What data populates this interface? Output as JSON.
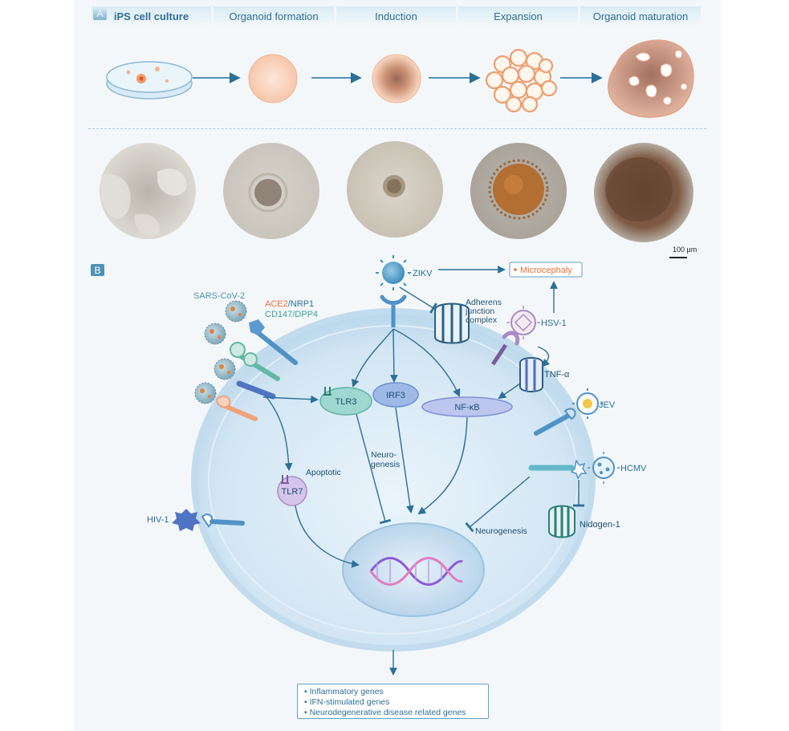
{
  "panel_a": {
    "letter": "A",
    "stages": [
      "iPS cell culture",
      "Organoid formation",
      "Induction",
      "Expansion",
      "Organoid maturation"
    ],
    "scale_bar": "100 μm"
  },
  "panel_b": {
    "letter": "B",
    "viruses": {
      "sars": "SARS-CoV-2",
      "zikv": "ZIKV",
      "hsv": "HSV-1",
      "jev": "JEV",
      "hcmv": "HCMV",
      "hiv": "HIV-1"
    },
    "receptors": {
      "ace2": "ACE2",
      "nrp1": "/NRP1",
      "cd147": "CD147/DPP4"
    },
    "molecules": {
      "tlr3": "TLR3",
      "irf3": "IRF3",
      "nfkb": "NF-κB",
      "tlr7": "TLR7",
      "tnfa": "TNF-α",
      "nidogen": "Nidogen-1"
    },
    "labels": {
      "adherens_1": "Adherens",
      "adherens_2": "junction",
      "adherens_3": "complex",
      "apoptotic": "Apoptotic",
      "neuro_1": "Neuro-",
      "neuro_2": "genesis",
      "neurogenesis": "Neurogenesis",
      "microcephaly": "Microcephaly"
    },
    "genes": [
      "Inflammatory genes",
      "IFN-stimulated genes",
      "Neurodegenerative disease related genes"
    ]
  },
  "colors": {
    "accent": "#2a6f97",
    "orange": "#e8703a",
    "green": "#3aa39a",
    "cell": "#d6e8f5"
  }
}
